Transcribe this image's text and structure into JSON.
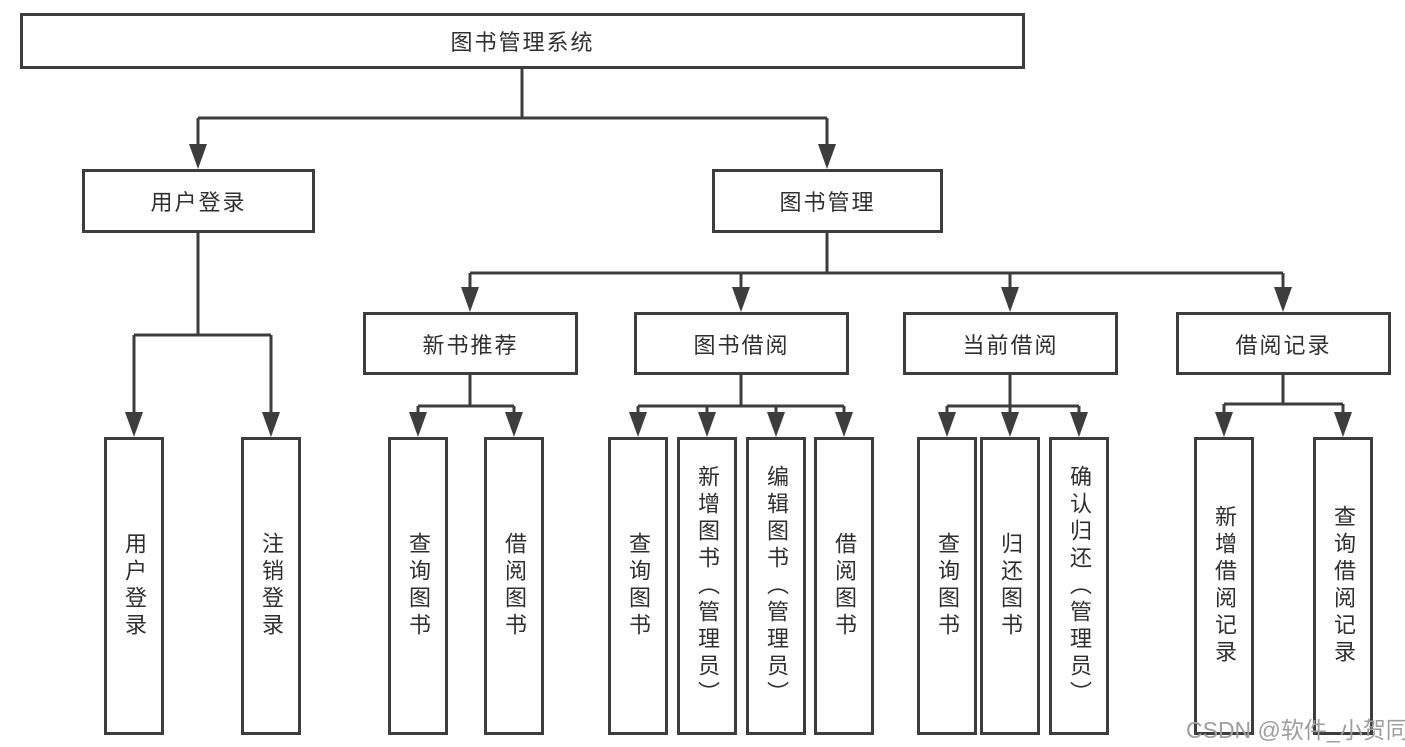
{
  "diagram": {
    "type": "tree",
    "orientation": "top-down"
  },
  "tree": {
    "root": {
      "label": "图书管理系统"
    },
    "branches": [
      {
        "label": "用户登录",
        "children": [
          {
            "label": "用户登录"
          },
          {
            "label": "注销登录"
          }
        ]
      },
      {
        "label": "图书管理",
        "children": [
          {
            "label": "新书推荐",
            "children": [
              {
                "label": "查询图书"
              },
              {
                "label": "借阅图书"
              }
            ]
          },
          {
            "label": "图书借阅",
            "children": [
              {
                "label": "查询图书"
              },
              {
                "label": "新增图书（管理员）"
              },
              {
                "label": "编辑图书（管理员）"
              },
              {
                "label": "借阅图书"
              }
            ]
          },
          {
            "label": "当前借阅",
            "children": [
              {
                "label": "查询图书"
              },
              {
                "label": "归还图书"
              },
              {
                "label": "确认归还（管理员）"
              }
            ]
          },
          {
            "label": "借阅记录",
            "children": [
              {
                "label": "新增借阅记录"
              },
              {
                "label": "查询借阅记录"
              }
            ]
          }
        ]
      }
    ]
  },
  "watermark": {
    "label": "CSDN @软件_小贺同学"
  },
  "colors": {
    "line": "#3d3d3d",
    "box_border": "#3d3d3d",
    "text": "#2f2f2f",
    "watermark": "#9e9e9e",
    "background": "#ffffff"
  }
}
